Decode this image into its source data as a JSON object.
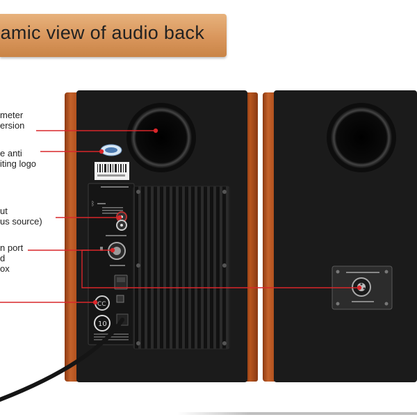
{
  "banner": {
    "title": "oramic view of audio back"
  },
  "callouts": {
    "c1": "meter\nersion",
    "c2": "e anti\niting logo",
    "c3": "ut\nus source)",
    "c4": "n port\nd\nox"
  },
  "colors": {
    "banner": "#d9965c",
    "wood": "#b3531f",
    "cabinet": "#1a1a1a",
    "leader": "#d9262a"
  }
}
